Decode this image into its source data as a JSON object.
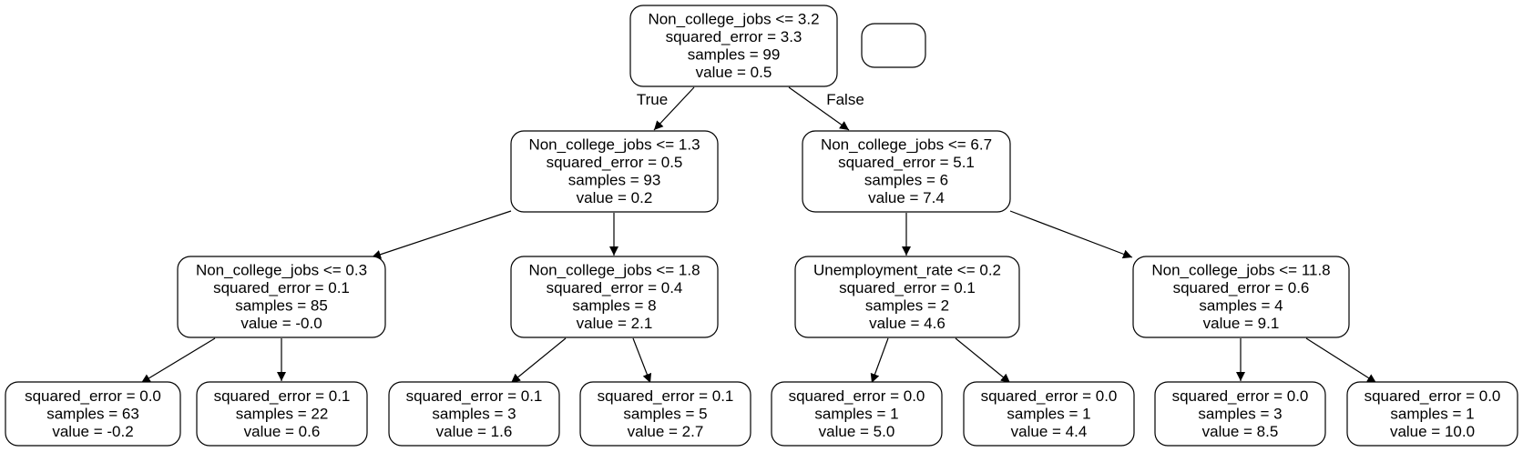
{
  "tree": {
    "edge_labels": {
      "true_label": "True",
      "false_label": "False"
    },
    "nodes": [
      {
        "id": "n0",
        "lines": [
          "Non_college_jobs <= 3.2",
          "squared_error = 3.3",
          "samples = 99",
          "value = 0.5"
        ]
      },
      {
        "id": "n1",
        "lines": [
          "Non_college_jobs <= 1.3",
          "squared_error = 0.5",
          "samples = 93",
          "value = 0.2"
        ]
      },
      {
        "id": "n2",
        "lines": [
          "Non_college_jobs <= 6.7",
          "squared_error = 5.1",
          "samples = 6",
          "value = 7.4"
        ]
      },
      {
        "id": "n3",
        "lines": [
          "Non_college_jobs <= 0.3",
          "squared_error = 0.1",
          "samples = 85",
          "value = -0.0"
        ]
      },
      {
        "id": "n4",
        "lines": [
          "Non_college_jobs <= 1.8",
          "squared_error = 0.4",
          "samples = 8",
          "value = 2.1"
        ]
      },
      {
        "id": "n5",
        "lines": [
          "Unemployment_rate <= 0.2",
          "squared_error = 0.1",
          "samples = 2",
          "value = 4.6"
        ]
      },
      {
        "id": "n6",
        "lines": [
          "Non_college_jobs <= 11.8",
          "squared_error = 0.6",
          "samples = 4",
          "value = 9.1"
        ]
      },
      {
        "id": "n7",
        "lines": [
          "squared_error = 0.0",
          "samples = 63",
          "value = -0.2"
        ]
      },
      {
        "id": "n8",
        "lines": [
          "squared_error = 0.1",
          "samples = 22",
          "value = 0.6"
        ]
      },
      {
        "id": "n9",
        "lines": [
          "squared_error = 0.1",
          "samples = 3",
          "value = 1.6"
        ]
      },
      {
        "id": "n10",
        "lines": [
          "squared_error = 0.1",
          "samples = 5",
          "value = 2.7"
        ]
      },
      {
        "id": "n11",
        "lines": [
          "squared_error = 0.0",
          "samples = 1",
          "value = 5.0"
        ]
      },
      {
        "id": "n12",
        "lines": [
          "squared_error = 0.0",
          "samples = 1",
          "value = 4.4"
        ]
      },
      {
        "id": "n13",
        "lines": [
          "squared_error = 0.0",
          "samples = 3",
          "value = 8.5"
        ]
      },
      {
        "id": "n14",
        "lines": [
          "squared_error = 0.0",
          "samples = 1",
          "value = 10.0"
        ]
      }
    ],
    "edges": [
      {
        "from": "n0",
        "to": "n1"
      },
      {
        "from": "n0",
        "to": "n2"
      },
      {
        "from": "n1",
        "to": "n3"
      },
      {
        "from": "n1",
        "to": "n4"
      },
      {
        "from": "n2",
        "to": "n5"
      },
      {
        "from": "n2",
        "to": "n6"
      },
      {
        "from": "n3",
        "to": "n7"
      },
      {
        "from": "n3",
        "to": "n8"
      },
      {
        "from": "n4",
        "to": "n9"
      },
      {
        "from": "n4",
        "to": "n10"
      },
      {
        "from": "n5",
        "to": "n11"
      },
      {
        "from": "n5",
        "to": "n12"
      },
      {
        "from": "n6",
        "to": "n13"
      },
      {
        "from": "n6",
        "to": "n14"
      }
    ]
  }
}
